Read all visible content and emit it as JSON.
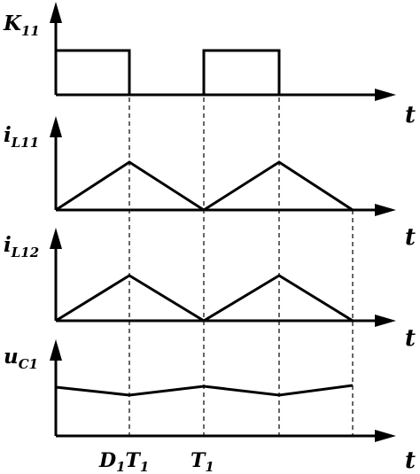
{
  "colors": {
    "line": "#000000",
    "background": "#ffffff"
  },
  "panels": [
    {
      "id": "k11",
      "symbol": "K",
      "subscript": "11",
      "axis": "t"
    },
    {
      "id": "il11",
      "symbol": "i",
      "subscript": "L11",
      "axis": "t"
    },
    {
      "id": "il12",
      "symbol": "i",
      "subscript": "L12",
      "axis": "t"
    },
    {
      "id": "uc1",
      "symbol": "u",
      "subscript": "C1",
      "axis": "t"
    }
  ],
  "ticks": [
    {
      "id": "d1t1",
      "parts": [
        {
          "text": "D",
          "sub": false
        },
        {
          "text": "1",
          "sub": true
        },
        {
          "text": "T",
          "sub": false
        },
        {
          "text": "1",
          "sub": true
        }
      ]
    },
    {
      "id": "t1",
      "parts": [
        {
          "text": "T",
          "sub": false
        },
        {
          "text": "1",
          "sub": true
        }
      ]
    }
  ]
}
